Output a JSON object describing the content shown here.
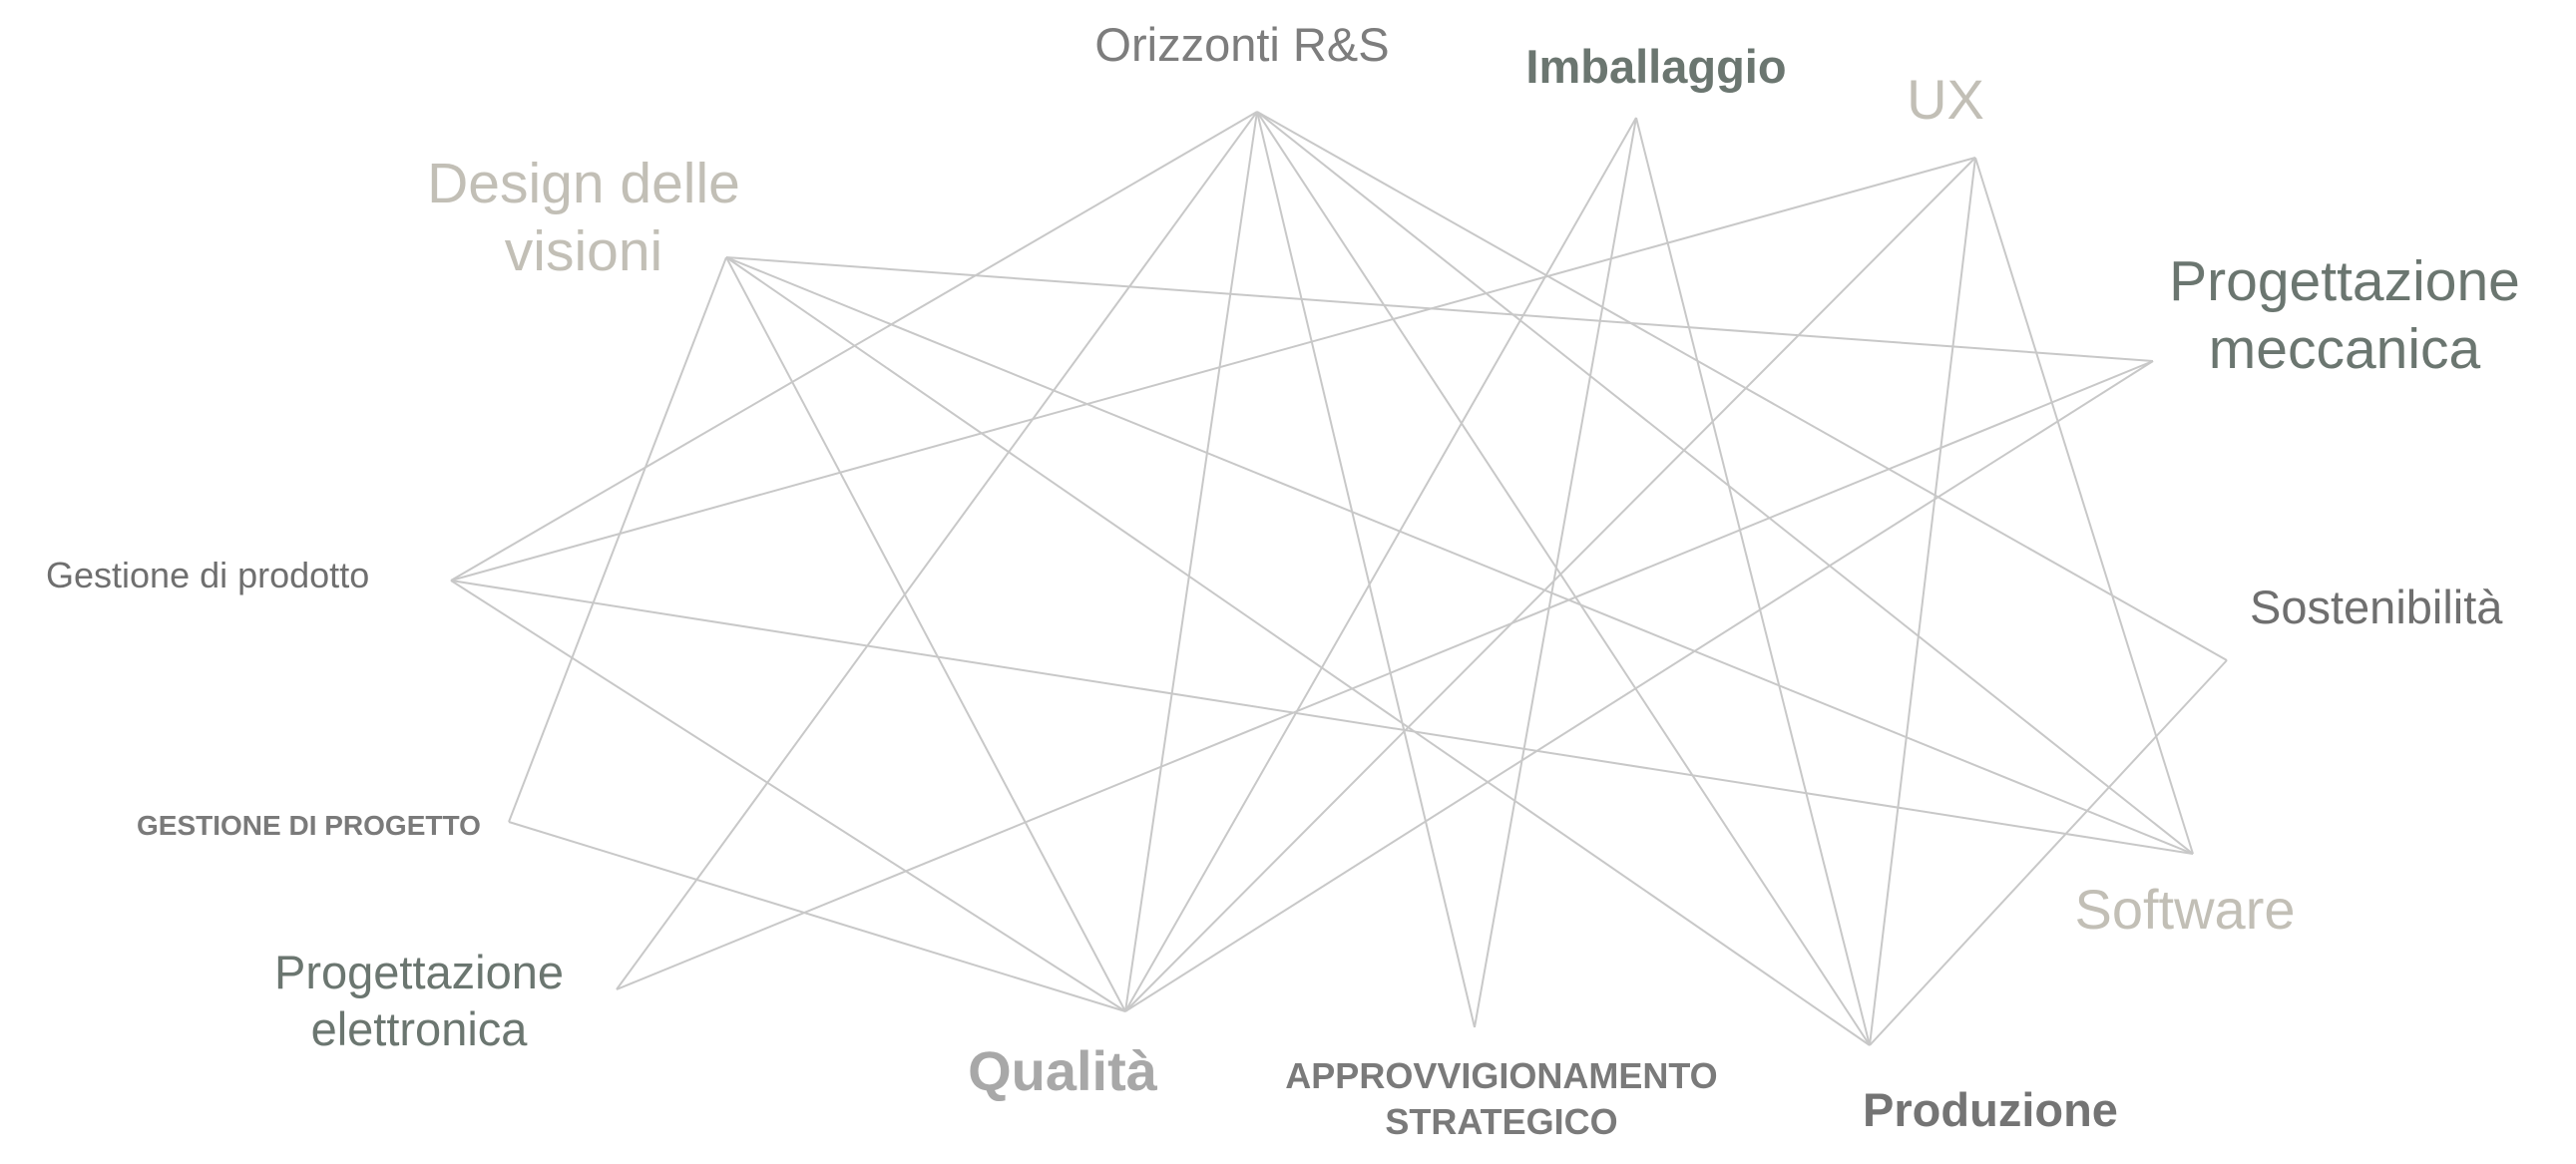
{
  "diagram": {
    "line_color": "#c8c8c8",
    "nodes": [
      {
        "id": "orizzonti",
        "label": "Orizzonti R&S",
        "color": "#7d7d7d",
        "weight": "normal"
      },
      {
        "id": "imballaggio",
        "label": "Imballaggio",
        "color": "#6b7670",
        "weight": "bold"
      },
      {
        "id": "ux",
        "label": "UX",
        "color": "#c2bfb6",
        "weight": "normal"
      },
      {
        "id": "design",
        "label": "Design delle\nvisioni",
        "color": "#c2bfb6",
        "weight": "normal"
      },
      {
        "id": "meccanica",
        "label": "Progettazione\nmeccanica",
        "color": "#6b7670",
        "weight": "normal"
      },
      {
        "id": "prodotto",
        "label": "Gestione di prodotto",
        "color": "#6f6f6f",
        "weight": "normal"
      },
      {
        "id": "sostenibilita",
        "label": "Sostenibilità",
        "color": "#6f6f6f",
        "weight": "normal"
      },
      {
        "id": "progetto",
        "label": "GESTIONE DI PROGETTO",
        "color": "#7a7a7a",
        "weight": "bold"
      },
      {
        "id": "software",
        "label": "Software",
        "color": "#c2bfb6",
        "weight": "normal"
      },
      {
        "id": "elettronica",
        "label": "Progettazione\nelettronica",
        "color": "#6b7670",
        "weight": "normal"
      },
      {
        "id": "qualita",
        "label": "Qualità",
        "color": "#a8a8a8",
        "weight": "bold"
      },
      {
        "id": "approvvigionamento",
        "label": "APPROVVIGIONAMENTO\nSTRATEGICO",
        "color": "#7a7a7a",
        "weight": "bold"
      },
      {
        "id": "produzione",
        "label": "Produzione",
        "color": "#747474",
        "weight": "bold"
      }
    ],
    "edges": [
      [
        "orizzonti",
        "prodotto"
      ],
      [
        "orizzonti",
        "elettronica"
      ],
      [
        "orizzonti",
        "qualita"
      ],
      [
        "orizzonti",
        "approvvigionamento"
      ],
      [
        "orizzonti",
        "produzione"
      ],
      [
        "orizzonti",
        "software"
      ],
      [
        "orizzonti",
        "sostenibilita"
      ],
      [
        "design",
        "progetto"
      ],
      [
        "design",
        "qualita"
      ],
      [
        "design",
        "produzione"
      ],
      [
        "design",
        "software"
      ],
      [
        "design",
        "meccanica"
      ],
      [
        "imballaggio",
        "qualita"
      ],
      [
        "imballaggio",
        "approvvigionamento"
      ],
      [
        "imballaggio",
        "produzione"
      ],
      [
        "ux",
        "prodotto"
      ],
      [
        "ux",
        "qualita"
      ],
      [
        "ux",
        "software"
      ],
      [
        "ux",
        "produzione"
      ],
      [
        "meccanica",
        "elettronica"
      ],
      [
        "meccanica",
        "qualita"
      ],
      [
        "prodotto",
        "qualita"
      ],
      [
        "prodotto",
        "software"
      ],
      [
        "progetto",
        "qualita"
      ],
      [
        "sostenibilita",
        "produzione"
      ]
    ]
  }
}
